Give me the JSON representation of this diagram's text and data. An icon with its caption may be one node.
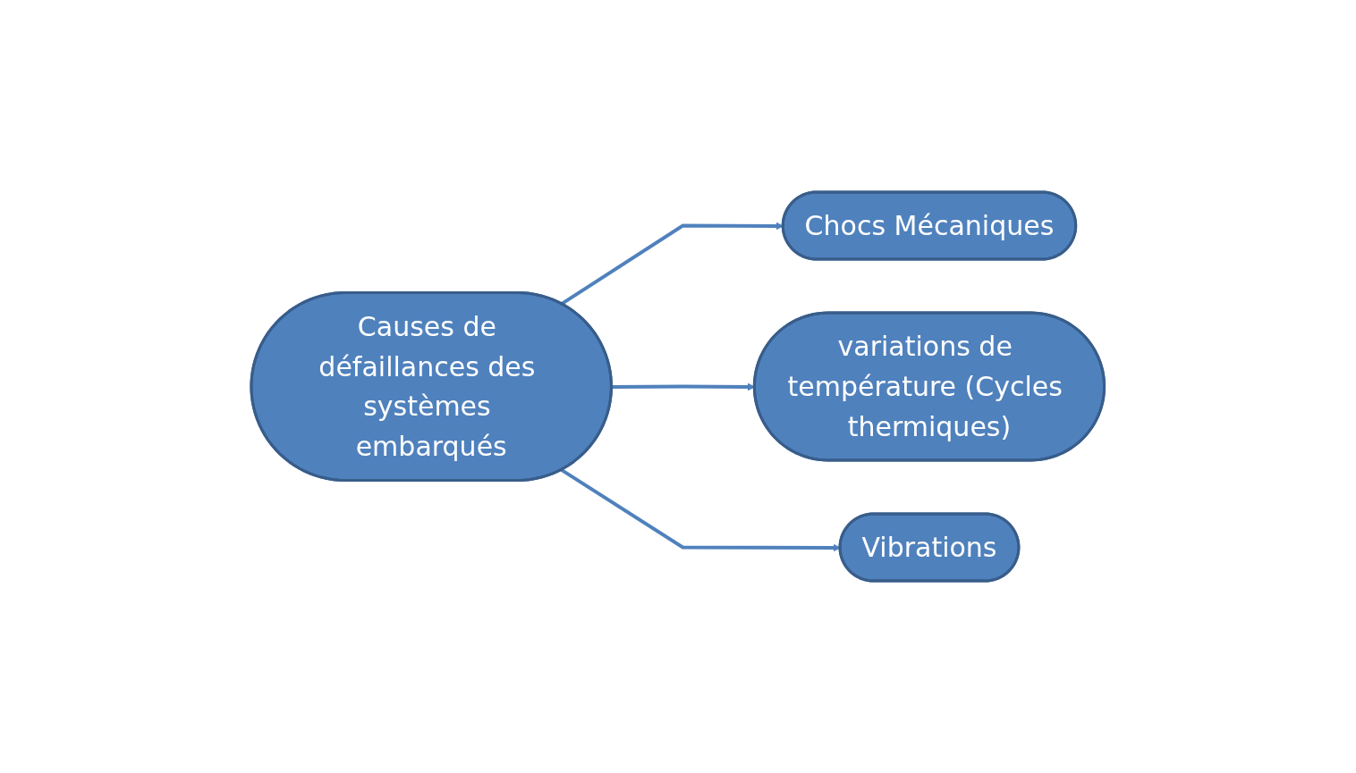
{
  "diagram": {
    "nodes": [
      {
        "text": [
          "Causes de défaillances des systèmes embarqués"
        ]
      },
      {
        "text": [
          "Chocs Mécaniques"
        ]
      },
      {
        "text": [
          "variations de température (Cycles thermiques)"
        ]
      },
      {
        "text": [
          "Vibrations"
        ]
      }
    ],
    "edges": [
      {
        "from": 0,
        "to": 1,
        "arrow": "to"
      },
      {
        "from": 0,
        "to": 2,
        "arrow": "to"
      },
      {
        "from": 0,
        "to": 3,
        "arrow": "to"
      }
    ]
  }
}
